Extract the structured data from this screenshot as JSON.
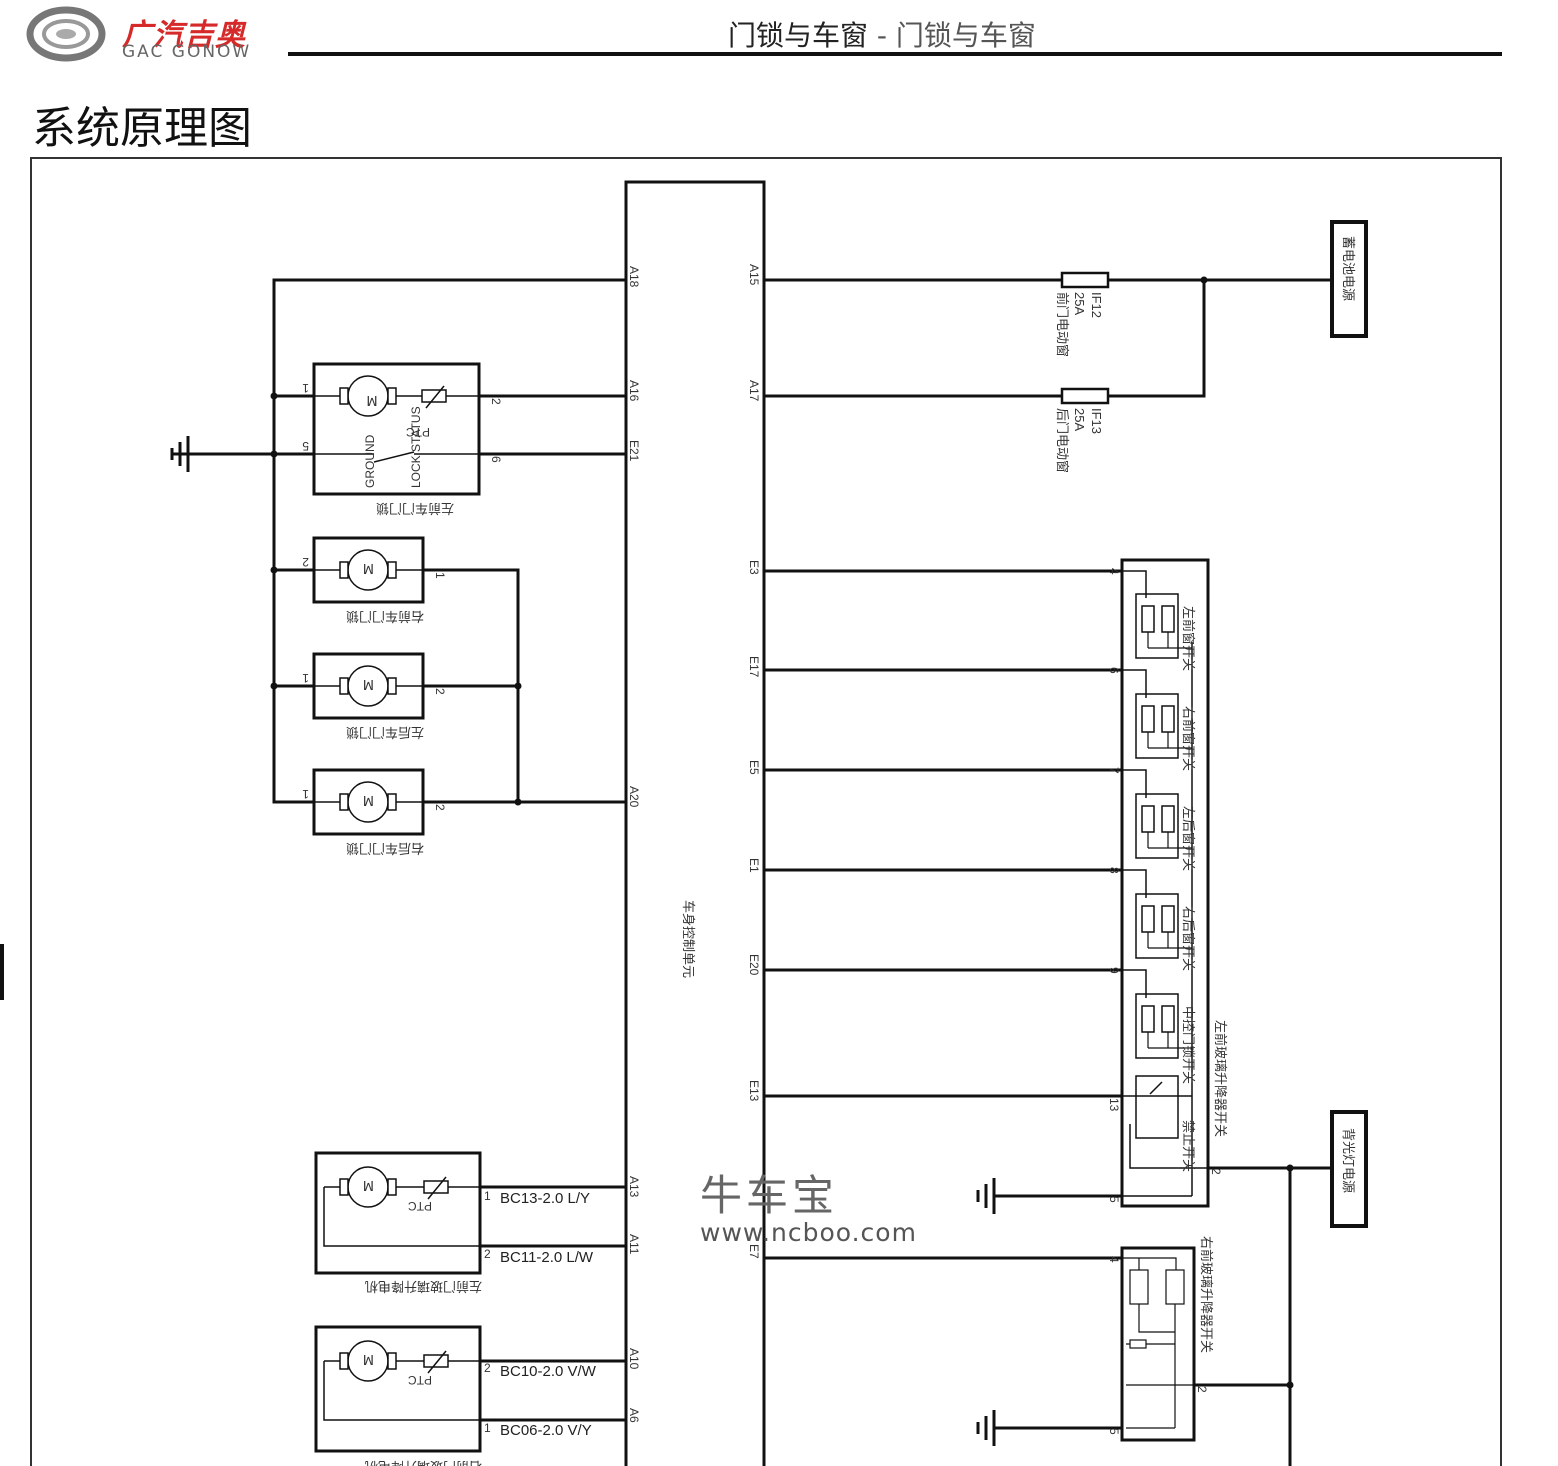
{
  "header": {
    "brand_cn": "广汽吉奥",
    "brand_en": "GAC GONOW",
    "title_main": "门锁与车窗",
    "title_separator": " - ",
    "title_sub": "门锁与车窗"
  },
  "page_title": "系统原理图",
  "bcm": {
    "label": "车身控制单元",
    "left_pins": [
      "A18",
      "A16",
      "E21",
      "A20",
      "A13",
      "A11",
      "A10",
      "A6"
    ],
    "right_pins": [
      "A15",
      "A17",
      "E3",
      "E17",
      "E5",
      "E1",
      "E20",
      "E13",
      "E7"
    ]
  },
  "fuses": [
    {
      "id": "IF12",
      "rating": "25A",
      "desc": "前门电动窗"
    },
    {
      "id": "IF13",
      "rating": "25A",
      "desc": "后门电动窗"
    }
  ],
  "power_sources": {
    "battery": "蓄电池电源",
    "backlight": "背光灯电源"
  },
  "door_locks": [
    {
      "name": "左前车门门锁",
      "pins": [
        "1",
        "2",
        "5",
        "6"
      ],
      "ptc": "PTC",
      "switch_labels": [
        "GROUND",
        "LOCK STATUS"
      ]
    },
    {
      "name": "右前车门门锁",
      "pins": [
        "2",
        "1"
      ]
    },
    {
      "name": "左后车门门锁",
      "pins": [
        "1",
        "2"
      ]
    },
    {
      "name": "右后车门门锁",
      "pins": [
        "1",
        "2"
      ]
    }
  ],
  "motor_symbol": "M",
  "window_motors": [
    {
      "name": "左前门玻璃升降电机",
      "ptc": "PTC",
      "wires": [
        {
          "pin": "1",
          "code": "BC13-2.0 L/Y",
          "bcm_pin": "A13"
        },
        {
          "pin": "2",
          "code": "BC11-2.0 L/W",
          "bcm_pin": "A11"
        }
      ]
    },
    {
      "name": "右前门玻璃升降电机",
      "ptc": "PTC",
      "wires": [
        {
          "pin": "2",
          "code": "BC10-2.0 V/W",
          "bcm_pin": "A10"
        },
        {
          "pin": "1",
          "code": "BC06-2.0 V/Y",
          "bcm_pin": "A6"
        }
      ]
    }
  ],
  "left_switch": {
    "name": "左前玻璃升降器开关",
    "sub_switches": [
      "左前窗开关",
      "右前窗开关",
      "左后窗开关",
      "右后窗开关",
      "中控门锁开关",
      "禁止开关"
    ],
    "pins": [
      "4",
      "6",
      "7",
      "8",
      "9",
      "13",
      "2",
      "5"
    ]
  },
  "right_switch": {
    "name": "右前玻璃升降器开关",
    "pins": [
      "4",
      "2",
      "5"
    ]
  },
  "watermark": {
    "cn": "牛车宝",
    "url": "www.ncboo.com"
  }
}
